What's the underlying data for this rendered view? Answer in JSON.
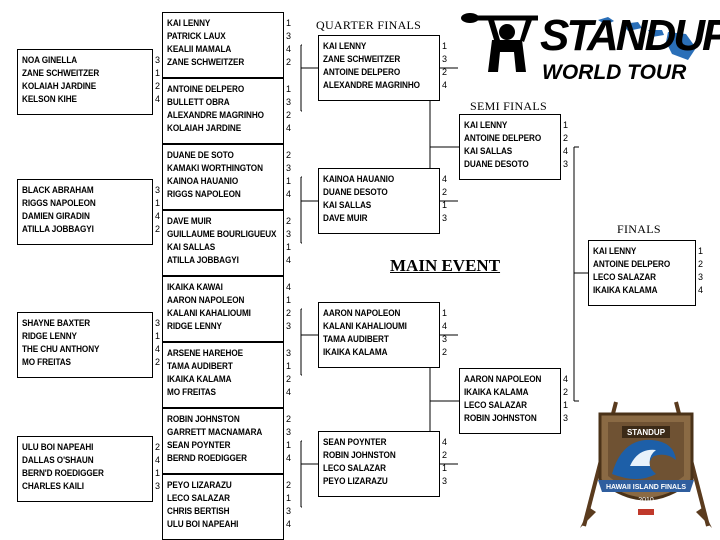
{
  "round_labels": {
    "quarter": "QUARTER FINALS",
    "semi": "SEMI FINALS",
    "finals": "FINALS"
  },
  "main_event": "MAIN EVENT",
  "logo": {
    "line1": "STANDUP",
    "line2": "WORLD TOUR",
    "icon": "paddler-icon",
    "accent": "#2a6fb8"
  },
  "badge": {
    "banner": "HAWAII ISLAND FINALS",
    "year": "2010",
    "brand": "STANDUP",
    "icon": "wave-crest-icon"
  },
  "heats": {
    "r1": [
      {
        "athletes": [
          "NOA GINELLA",
          "ZANE SCHWEITZER",
          "KOLAIAH JARDINE",
          "KELSON KIHE"
        ],
        "places": [
          "3",
          "1",
          "2",
          "4"
        ]
      },
      {
        "athletes": [
          "BLACK ABRAHAM",
          "RIGGS NAPOLEON",
          "DAMIEN GIRADIN",
          "ATILLA JOBBAGYI"
        ],
        "places": [
          "3",
          "1",
          "4",
          "2"
        ]
      },
      {
        "athletes": [
          "SHAYNE BAXTER",
          "RIDGE LENNY",
          "THE CHU ANTHONY",
          "MO FREITAS"
        ],
        "places": [
          "3",
          "1",
          "4",
          "2"
        ]
      },
      {
        "athletes": [
          "ULU BOI NAPEAHI",
          "DALLAS O'SHAUN",
          "BERN'D ROEDIGGER",
          "CHARLES KAILI"
        ],
        "places": [
          "2",
          "4",
          "1",
          "3"
        ]
      }
    ],
    "r2": [
      {
        "athletes": [
          "KAI LENNY",
          "PATRICK LAUX",
          "KEALII MAMALA",
          "ZANE SCHWEITZER"
        ],
        "places": [
          "1",
          "3",
          "4",
          "2"
        ]
      },
      {
        "athletes": [
          "ANTOINE DELPERO",
          "BULLETT OBRA",
          "ALEXANDRE MAGRINHO",
          "KOLAIAH JARDINE"
        ],
        "places": [
          "1",
          "3",
          "2",
          "4"
        ]
      },
      {
        "athletes": [
          "DUANE DE SOTO",
          "KAMAKI WORTHINGTON",
          "KAINOA HAUANIO",
          "RIGGS NAPOLEON"
        ],
        "places": [
          "2",
          "3",
          "1",
          "4"
        ]
      },
      {
        "athletes": [
          "DAVE MUIR",
          "GUILLAUME BOURLIGUEUX",
          "KAI SALLAS",
          "ATILLA JOBBAGYI"
        ],
        "places": [
          "2",
          "3",
          "1",
          "4"
        ]
      },
      {
        "athletes": [
          "IKAIKA KAWAI",
          "AARON NAPOLEON",
          "KALANI KAHALIOUMI",
          "RIDGE LENNY"
        ],
        "places": [
          "4",
          "1",
          "2",
          "3"
        ]
      },
      {
        "athletes": [
          "ARSENE HAREHOE",
          "TAMA AUDIBERT",
          "IKAIKA KALAMA",
          "MO FREITAS"
        ],
        "places": [
          "3",
          "1",
          "2",
          "4"
        ]
      },
      {
        "athletes": [
          "ROBIN JOHNSTON",
          "GARRETT MACNAMARA",
          "SEAN POYNTER",
          "BERND ROEDIGGER"
        ],
        "places": [
          "2",
          "3",
          "1",
          "4"
        ]
      },
      {
        "athletes": [
          "PEYO LIZARAZU",
          "LECO SALAZAR",
          "CHRIS BERTISH",
          "ULU BOI NAPEAHI"
        ],
        "places": [
          "2",
          "1",
          "3",
          "4"
        ]
      }
    ],
    "qf": [
      {
        "athletes": [
          "KAI LENNY",
          "ZANE SCHWEITZER",
          "ANTOINE DELPERO",
          "ALEXANDRE MAGRINHO"
        ],
        "places": [
          "1",
          "3",
          "2",
          "4"
        ]
      },
      {
        "athletes": [
          "KAINOA HAUANIO",
          "DUANE DESOTO",
          "KAI SALLAS",
          "DAVE MUIR"
        ],
        "places": [
          "4",
          "2",
          "1",
          "3"
        ]
      },
      {
        "athletes": [
          "AARON NAPOLEON",
          "KALANI KAHALIOUMI",
          "TAMA AUDIBERT",
          "IKAIKA KALAMA"
        ],
        "places": [
          "1",
          "4",
          "3",
          "2"
        ]
      },
      {
        "athletes": [
          "SEAN POYNTER",
          "ROBIN JOHNSTON",
          "LECO SALAZAR",
          "PEYO LIZARAZU"
        ],
        "places": [
          "4",
          "2",
          "1",
          "3"
        ]
      }
    ],
    "sf": [
      {
        "athletes": [
          "KAI LENNY",
          "ANTOINE DELPERO",
          "KAI SALLAS",
          "DUANE DESOTO"
        ],
        "places": [
          "1",
          "2",
          "4",
          "3"
        ]
      },
      {
        "athletes": [
          "AARON NAPOLEON",
          "IKAIKA KALAMA",
          "LECO SALAZAR",
          "ROBIN JOHNSTON"
        ],
        "places": [
          "4",
          "2",
          "1",
          "3"
        ]
      }
    ],
    "final": [
      {
        "athletes": [
          "KAI LENNY",
          "ANTOINE DELPERO",
          "LECO SALAZAR",
          "IKAIKA KALAMA"
        ],
        "places": [
          "1",
          "2",
          "3",
          "4"
        ]
      }
    ]
  }
}
